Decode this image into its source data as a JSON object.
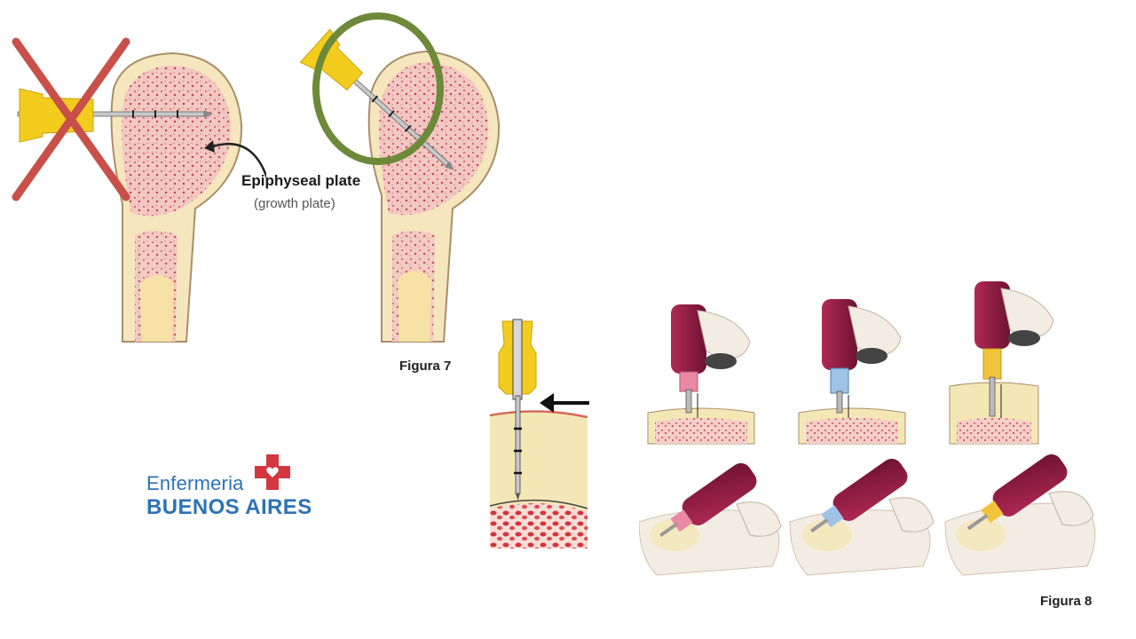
{
  "figure7": {
    "caption": "Figura 7",
    "plate_label": "Epiphyseal plate",
    "plate_sublabel": "(growth plate)"
  },
  "figure8": {
    "caption": "Figura 8"
  },
  "logo": {
    "line1": "Enfermeria",
    "line2": "BUENOS AIRES"
  },
  "colors": {
    "bone_outline": "#a88f6a",
    "bone_cortex": "#f5e6bd",
    "marrow": "#f2c8c3",
    "marrow_dots": "#d84a55",
    "needle_hub": "#f4cc1e",
    "wrong_cross": "#c9504a",
    "correct_circle": "#6d8a3a",
    "drill_body": "#8e1b3f",
    "hand_skin": "#f3ece2",
    "logo_blue": "#2c73b6",
    "logo_red": "#d4373f"
  },
  "icons": [
    "wrong-cross-icon",
    "correct-circle-icon",
    "arrow-icon",
    "medical-cross-icon"
  ]
}
